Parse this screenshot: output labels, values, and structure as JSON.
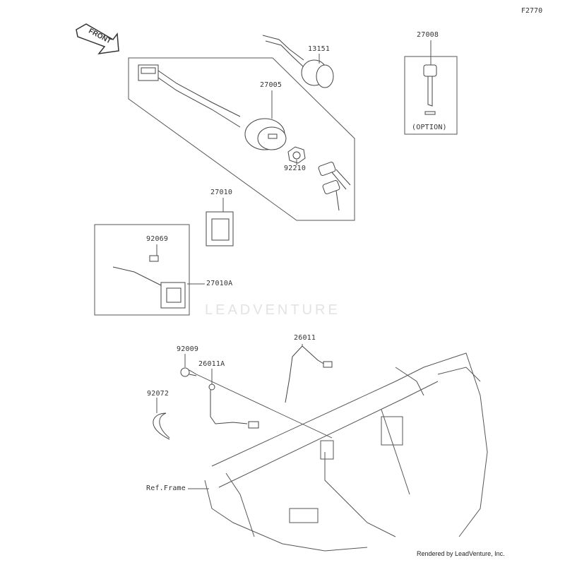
{
  "figure_id": "F2770",
  "front_label": "FRONT",
  "watermark": "LEADVENTURE",
  "credit": "Rendered by LeadVenture, Inc.",
  "parts": [
    {
      "id": "p27008",
      "number": "27008"
    },
    {
      "id": "p13151",
      "number": "13151"
    },
    {
      "id": "p27005",
      "number": "27005"
    },
    {
      "id": "p92210",
      "number": "92210"
    },
    {
      "id": "p27010",
      "number": "27010"
    },
    {
      "id": "p92069",
      "number": "92069"
    },
    {
      "id": "p27010A",
      "number": "27010A"
    },
    {
      "id": "p26011",
      "number": "26011"
    },
    {
      "id": "p92009",
      "number": "92009"
    },
    {
      "id": "p26011A",
      "number": "26011A"
    },
    {
      "id": "p92072",
      "number": "92072"
    },
    {
      "id": "pRefFrame",
      "number": "Ref.Frame"
    }
  ],
  "option_note": "(OPTION)"
}
